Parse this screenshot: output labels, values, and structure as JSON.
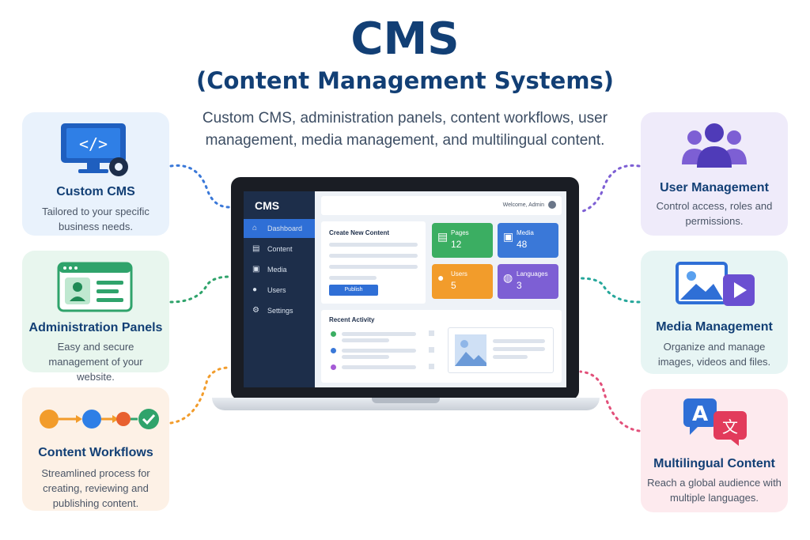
{
  "header": {
    "title": "CMS",
    "subtitle": "(Content Management Systems)",
    "description": "Custom CMS, administration panels, content workflows, user management, media management, and multilingual content."
  },
  "cards": {
    "custom_cms": {
      "title": "Custom CMS",
      "text": "Tailored to your specific business needs.",
      "icon": "code-monitor-icon",
      "bg": "#e9f2fc"
    },
    "admin_panels": {
      "title": "Administration Panels",
      "text": "Easy and secure management of your website.",
      "icon": "admin-panel-icon",
      "bg": "#e8f6ee"
    },
    "workflows": {
      "title": "Content Workflows",
      "text": "Streamlined process for creating, reviewing and publishing content.",
      "icon": "workflow-icon",
      "bg": "#fdf1e6"
    },
    "users": {
      "title": "User Management",
      "text": "Control access, roles and permissions.",
      "icon": "users-icon",
      "bg": "#efebfa"
    },
    "media": {
      "title": "Media Management",
      "text": "Organize and manage images, videos and files.",
      "icon": "media-icon",
      "bg": "#e7f5f4"
    },
    "multilingual": {
      "title": "Multilingual Content",
      "text": "Reach a global audience with multiple languages.",
      "icon": "translate-icon",
      "bg": "#fdeaee"
    }
  },
  "app": {
    "brand": "CMS",
    "welcome": "Welcome, Admin",
    "nav": [
      {
        "label": "Dashboard",
        "icon": "home-icon"
      },
      {
        "label": "Content",
        "icon": "document-icon"
      },
      {
        "label": "Media",
        "icon": "image-icon"
      },
      {
        "label": "Users",
        "icon": "users-icon"
      },
      {
        "label": "Settings",
        "icon": "gear-icon"
      }
    ],
    "create_title": "Create New Content",
    "publish_label": "Publish",
    "recent_title": "Recent Activity",
    "stats": [
      {
        "label": "Pages",
        "value": "12",
        "color": "#3bae62"
      },
      {
        "label": "Media",
        "value": "48",
        "color": "#3a78d8"
      },
      {
        "label": "Users",
        "value": "5",
        "color": "#f29c2b"
      },
      {
        "label": "Languages",
        "value": "3",
        "color": "#7d5fd4"
      }
    ]
  },
  "colors": {
    "title": "#123f75",
    "accent_blue": "#2f6fd6"
  }
}
